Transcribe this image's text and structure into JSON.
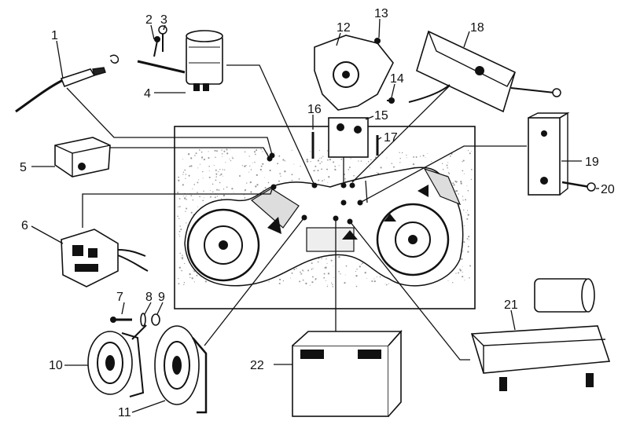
{
  "diagram": {
    "labels": [
      "1",
      "2",
      "3",
      "4",
      "5",
      "6",
      "7",
      "8",
      "9",
      "10",
      "11",
      "12",
      "13",
      "14",
      "15",
      "16",
      "17",
      "18",
      "19",
      "20",
      "21",
      "22"
    ]
  },
  "colors": {
    "ink": "#111111",
    "paper": "#ffffff",
    "shade": "#9a9a9a"
  },
  "icons": [
    "spark-plug-cable-icon",
    "condenser-icon",
    "ignition-switch-icon",
    "handlebar-switch-icon",
    "horn-icon",
    "contact-breaker-plate-icon",
    "regulator-icon",
    "fuse-box-icon",
    "ignition-coil-icon",
    "battery-icon",
    "motorcycle-silhouette-icon"
  ]
}
